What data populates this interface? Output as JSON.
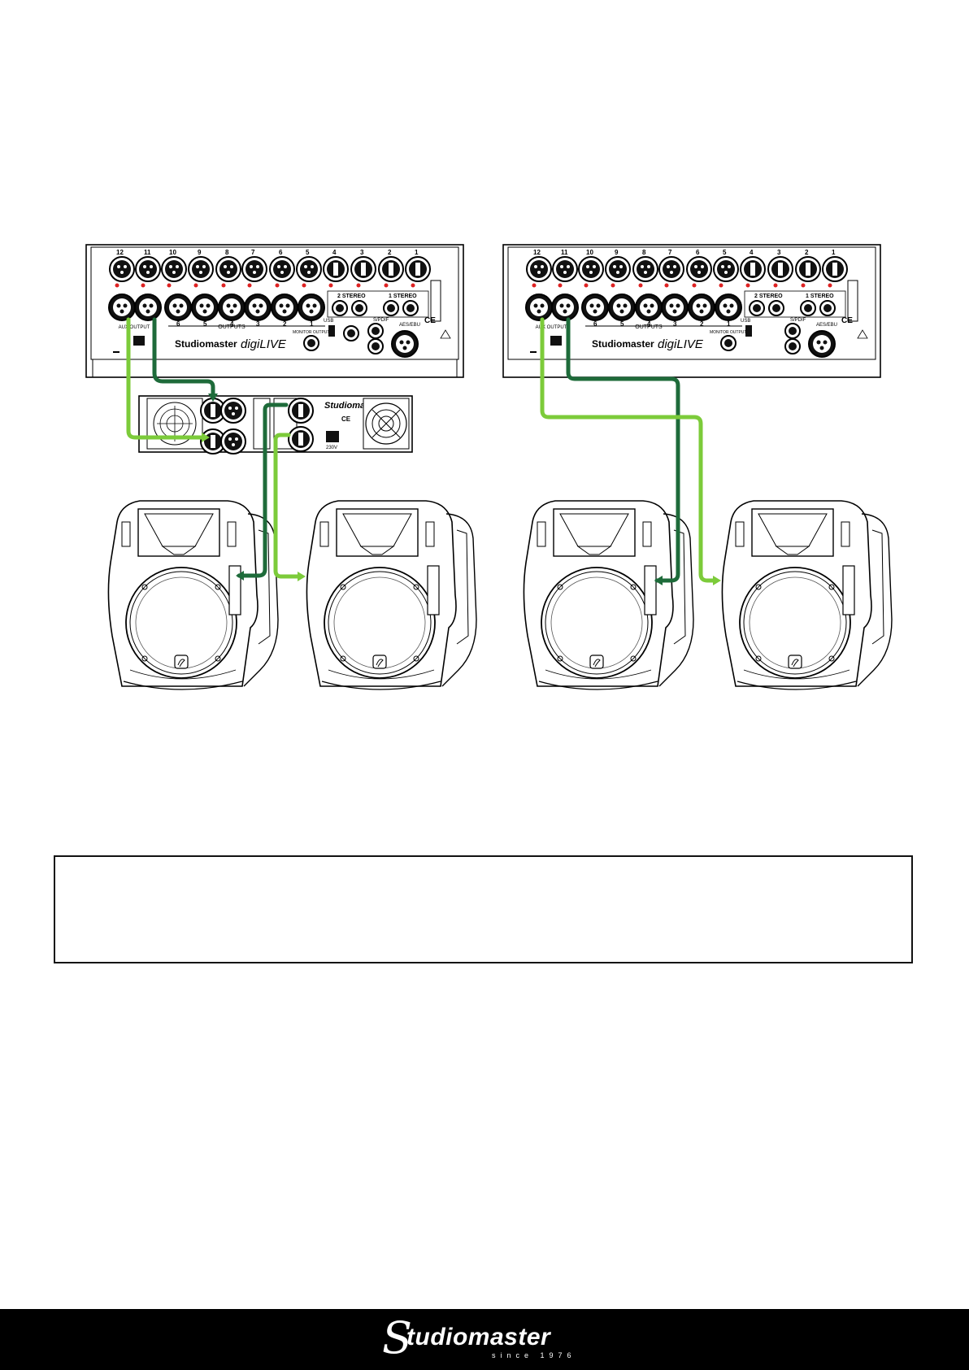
{
  "mixer": {
    "brand": "Studiomaster",
    "model_logo": "digiLIVE",
    "mic_inputs": [
      "12",
      "11",
      "10",
      "9",
      "8",
      "7",
      "6",
      "5",
      "4",
      "3",
      "2",
      "1"
    ],
    "outputs": [
      "6",
      "5",
      "4",
      "3",
      "2",
      "1"
    ],
    "outputs_label": "OUTPUTS",
    "aux_output_label": "AUX OUTPUT",
    "stereo_2_label": "2 STEREO",
    "stereo_1_label": "1 STEREO",
    "spdif_label": "S/PDIF",
    "usb_label": "USB",
    "monitor_label": "MONITOR OUTPUT",
    "aes_label": "AES/EBU",
    "ce_mark": "CE"
  },
  "amplifier": {
    "brand": "Studiomaster",
    "voltage": "230V",
    "ce_mark": "CE"
  },
  "cable_colors": {
    "dark": "#1e6b3a",
    "light": "#7ccb3a"
  },
  "footer": {
    "logo_letter": "S",
    "logo_text": "tudiomaster",
    "tagline": "since 1976"
  }
}
